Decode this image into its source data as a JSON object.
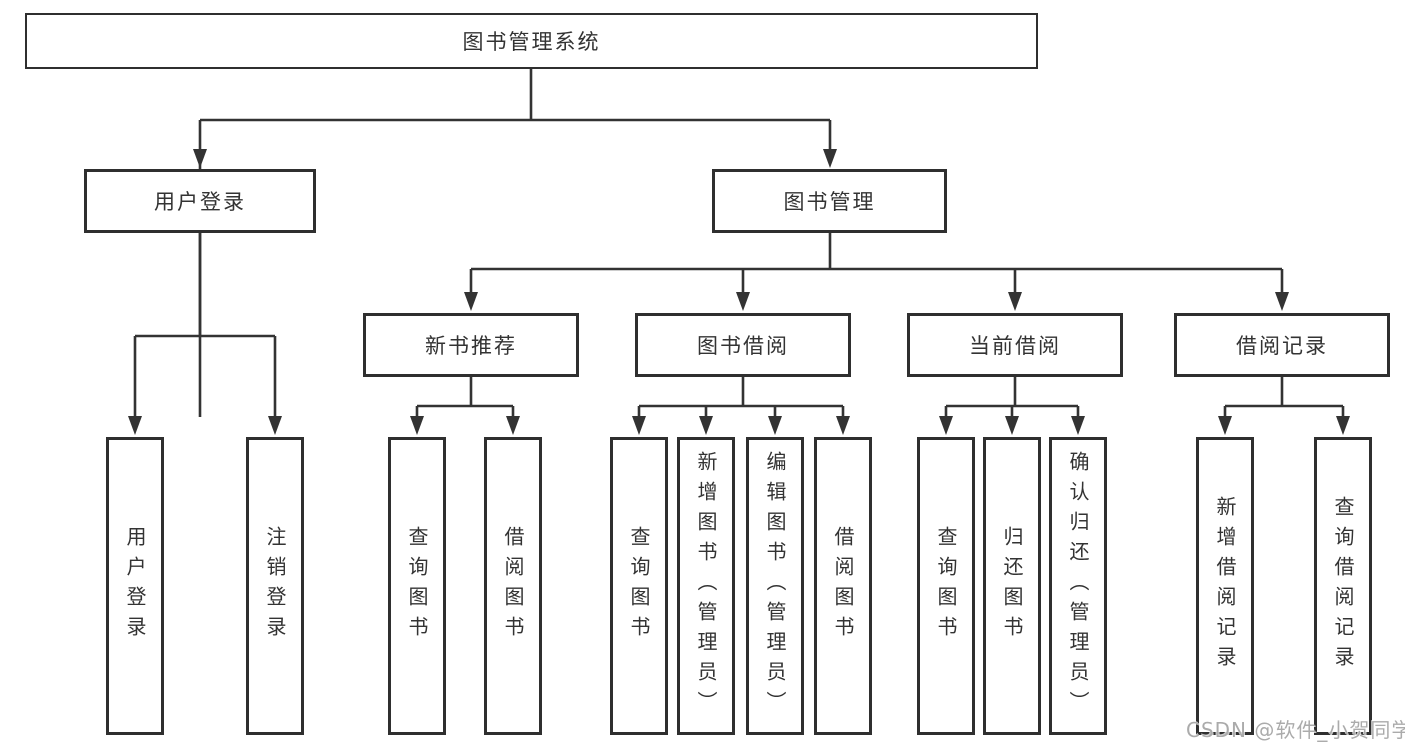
{
  "diagram": {
    "watermark": "CSDN @软件_小贺同学",
    "colors": {
      "line": "#333333",
      "text": "#333333",
      "box_background": "#ffffff",
      "watermark": "#ababab"
    },
    "tree": {
      "root": {
        "label": "图书管理系统",
        "children": [
          {
            "label": "用户登录",
            "children": [
              {
                "label": "用户登录"
              },
              {
                "label": "注销登录"
              }
            ]
          },
          {
            "label": "图书管理",
            "children": [
              {
                "label": "新书推荐",
                "children": [
                  {
                    "label": "查询图书"
                  },
                  {
                    "label": "借阅图书"
                  }
                ]
              },
              {
                "label": "图书借阅",
                "children": [
                  {
                    "label": "查询图书"
                  },
                  {
                    "label": "新增图书（管理员）"
                  },
                  {
                    "label": "编辑图书（管理员）"
                  },
                  {
                    "label": "借阅图书"
                  }
                ]
              },
              {
                "label": "当前借阅",
                "children": [
                  {
                    "label": "查询图书"
                  },
                  {
                    "label": "归还图书"
                  },
                  {
                    "label": "确认归还（管理员）"
                  }
                ]
              },
              {
                "label": "借阅记录",
                "children": [
                  {
                    "label": "新增借阅记录"
                  },
                  {
                    "label": "查询借阅记录"
                  }
                ]
              }
            ]
          }
        ]
      }
    }
  }
}
